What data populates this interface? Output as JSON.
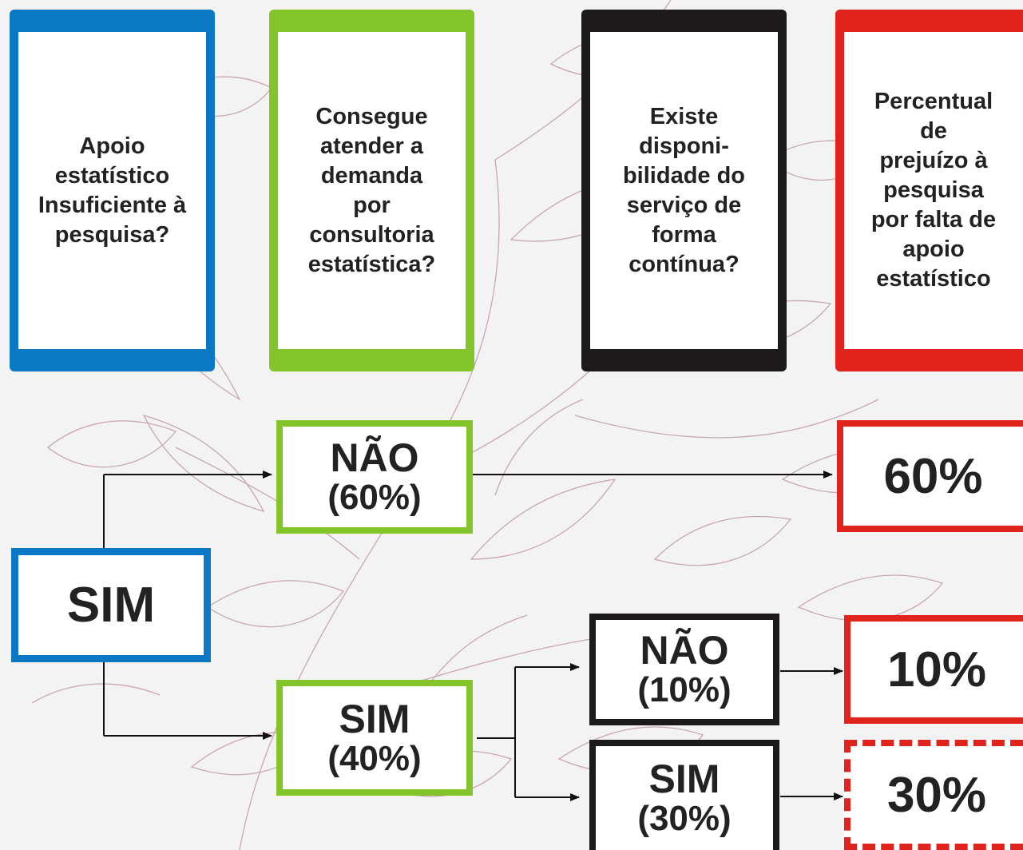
{
  "colors": {
    "blue": "#0a78c4",
    "green": "#84c42b",
    "black": "#1c1a1a",
    "red": "#e0231c",
    "background_pattern": "#c8a6b2"
  },
  "headers": {
    "q1": [
      "Apoio",
      "estatístico",
      "Insuficiente à",
      "pesquisa?"
    ],
    "q2": [
      "Consegue",
      "atender a",
      "demanda",
      "por",
      "consultoria",
      "estatística?"
    ],
    "q3": [
      "Existe",
      "disponi-",
      "bilidade do",
      "serviço de",
      "forma",
      "contínua?"
    ],
    "q4": [
      "Percentual",
      "de",
      "prejuízo à",
      "pesquisa",
      "por falta de",
      "apoio",
      "estatístico"
    ]
  },
  "nodes": {
    "root": {
      "label": "SIM"
    },
    "q2_nao": {
      "label": "NÃO",
      "pct": "(60%)"
    },
    "q2_sim": {
      "label": "SIM",
      "pct": "(40%)"
    },
    "q3_nao": {
      "label": "NÃO",
      "pct": "(10%)"
    },
    "q3_sim": {
      "label": "SIM",
      "pct": "(30%)"
    }
  },
  "results": {
    "r1": "60%",
    "r2": "10%",
    "r3": "30%"
  }
}
